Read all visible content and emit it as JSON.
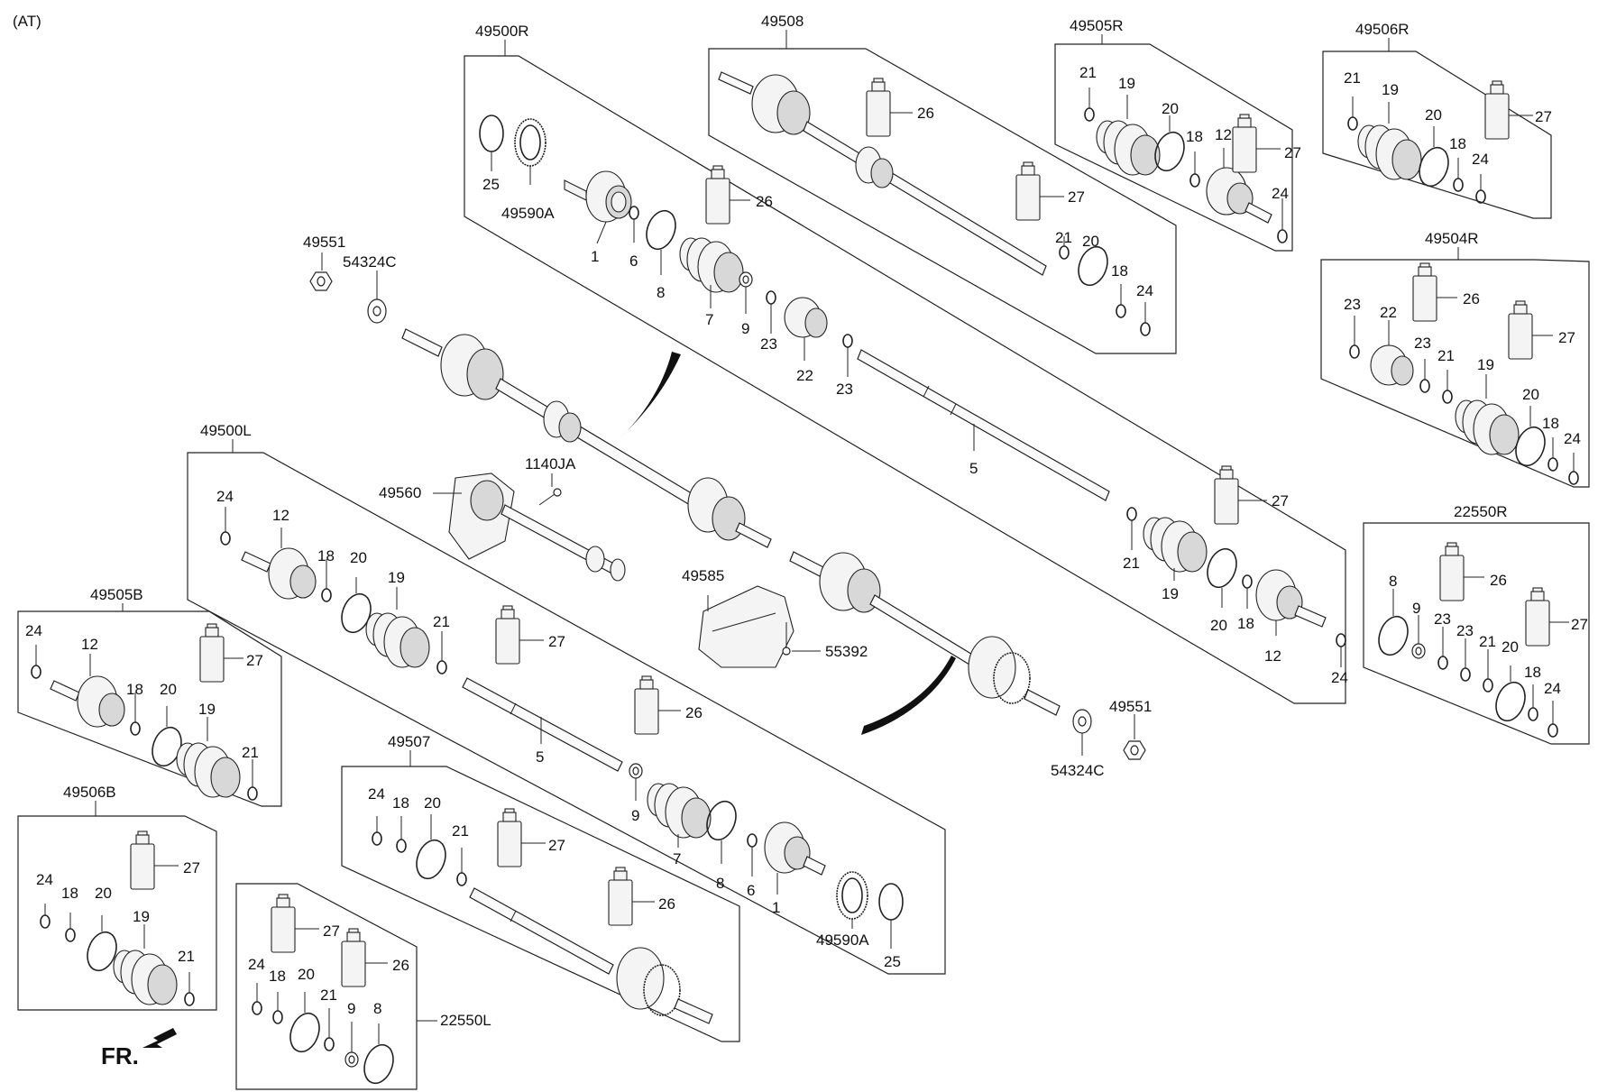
{
  "header": {
    "variant_label": "(AT)"
  },
  "assemblies": {
    "a49500R": "49500R",
    "a49508": "49508",
    "a49505R": "49505R",
    "a49506R": "49506R",
    "a49504R": "49504R",
    "a22550R": "22550R",
    "a49500L": "49500L",
    "a49505B": "49505B",
    "a49506B": "49506B",
    "a49507": "49507",
    "a22550L": "22550L"
  },
  "parts": {
    "p49551": "49551",
    "p54324C": "54324C",
    "p1140JA": "1140JA",
    "p49560": "49560",
    "p49585": "49585",
    "p55392": "55392",
    "p49590A": "49590A",
    "n1": "1",
    "n5": "5",
    "n6": "6",
    "n7": "7",
    "n8": "8",
    "n9": "9",
    "n12": "12",
    "n18": "18",
    "n19": "19",
    "n20": "20",
    "n21": "21",
    "n22": "22",
    "n23": "23",
    "n24": "24",
    "n25": "25",
    "n26": "26",
    "n27": "27"
  },
  "footer": {
    "direction_label": "FR."
  }
}
